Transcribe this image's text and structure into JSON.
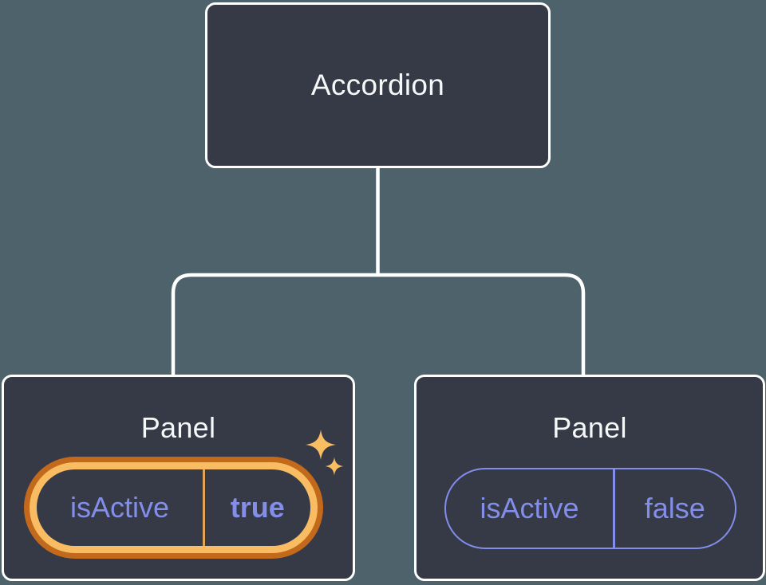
{
  "diagram": {
    "title_hint": "component tree with state",
    "root": {
      "label": "Accordion"
    },
    "children": [
      {
        "label": "Panel",
        "state": {
          "key": "isActive",
          "value": "true"
        },
        "highlighted": true,
        "decoration": "sparkles-icon"
      },
      {
        "label": "Panel",
        "state": {
          "key": "isActive",
          "value": "false"
        },
        "highlighted": false
      }
    ]
  },
  "colors": {
    "background": "#4D626B",
    "node_fill": "#353A46",
    "node_border": "#FFFFFF",
    "label_text": "#F6F7F8",
    "state_text": "#838DEA",
    "ring_outer": "#C2691B",
    "ring_inner": "#F9BC62",
    "divider_active": "#E5A455",
    "sparkle": "#F9BD62",
    "connector": "#FFFFFF"
  }
}
